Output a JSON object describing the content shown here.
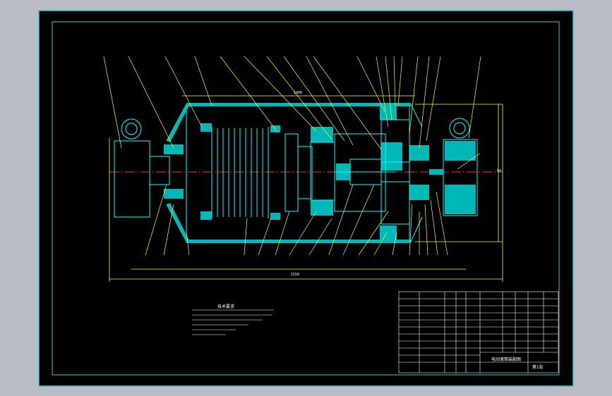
{
  "colors": {
    "viewport_bg": "#b9bdc3",
    "sheet_bg": "#000000",
    "border": "#3fc9cf",
    "drawing_line": "#00ffff",
    "leader_line": "#ffff00",
    "centerline": "#ff2a2a",
    "hatch": "#00c8c8",
    "text": "#ffffff",
    "title_block": "#ffffff"
  },
  "dimensions": {
    "overall_length": "1550",
    "upper_length": "1400",
    "height": "60"
  },
  "notes": {
    "title": "技术要求"
  },
  "title_block": {
    "drawing_name": "电动滚筒装配图",
    "sheet": "第1张"
  }
}
